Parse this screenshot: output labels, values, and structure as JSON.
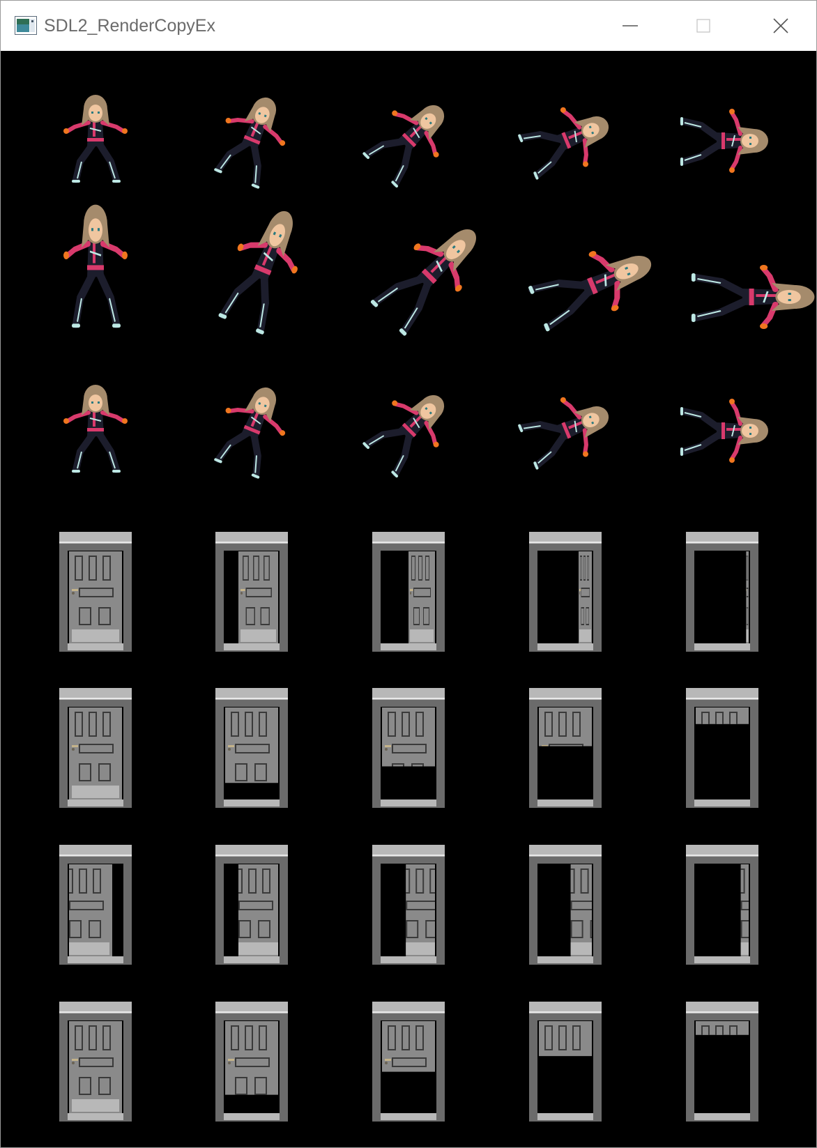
{
  "window": {
    "title": "SDL2_RenderCopyEx",
    "app_icon": "sdl-app-icon",
    "controls": [
      "minimize-icon",
      "maximize-icon",
      "close-icon"
    ],
    "background": "#000000"
  },
  "scene": {
    "sprite_rows": [
      {
        "subject": "character",
        "transform": "rotate-about-center",
        "angles_deg": [
          0,
          22.5,
          45,
          67.5,
          90
        ]
      },
      {
        "subject": "character",
        "transform": "rotate-about-feet",
        "angles_deg": [
          0,
          22.5,
          45,
          67.5,
          90
        ]
      },
      {
        "subject": "character",
        "transform": "rotate-about-center",
        "angles_deg": [
          0,
          22.5,
          45,
          67.5,
          90
        ]
      },
      {
        "subject": "door",
        "transform": "open-sideways",
        "progress": [
          0,
          0.25,
          0.5,
          0.75,
          0.95
        ]
      },
      {
        "subject": "door",
        "transform": "slide-up",
        "progress": [
          0,
          0.18,
          0.36,
          0.58,
          0.82
        ]
      },
      {
        "subject": "door",
        "transform": "swing-right",
        "progress": [
          0,
          0.25,
          0.45,
          0.6,
          0.85
        ]
      },
      {
        "subject": "door",
        "transform": "lift-top",
        "progress": [
          0,
          0.2,
          0.45,
          0.62,
          0.85
        ]
      }
    ],
    "colors": {
      "hair": "#a58b6c",
      "outfit": "#1c1d2c",
      "accent": "#d83a6c",
      "highlight": "#bde8e4",
      "skin": "#f0c6a0",
      "flame": "#f0761f",
      "door": "#8a8a8a",
      "frame": "#6b6b6b",
      "door_light": "#b8b8b8"
    }
  }
}
